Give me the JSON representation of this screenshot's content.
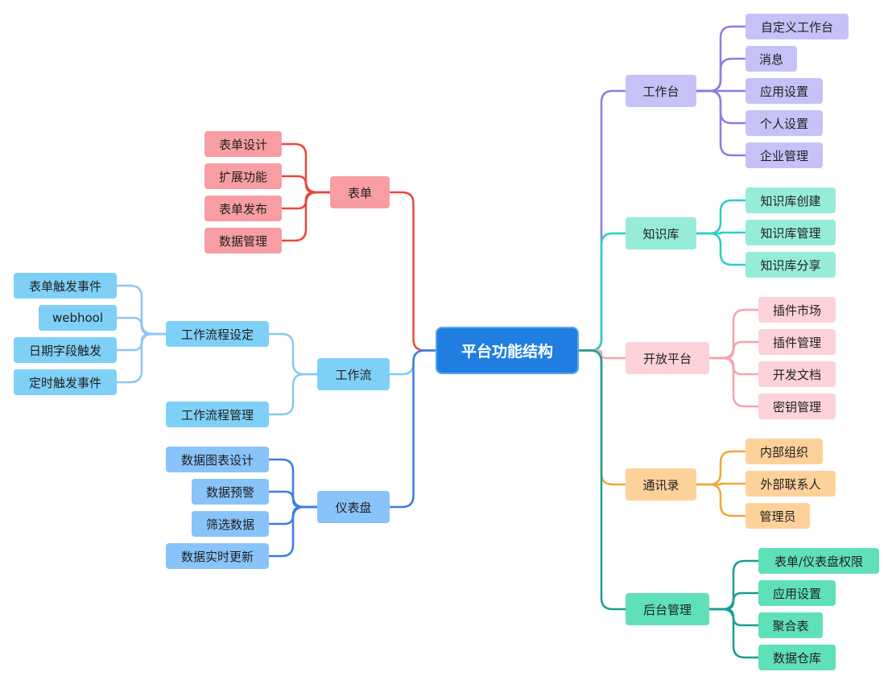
{
  "root": {
    "label": "平台功能结构",
    "color": "#1f7ee0"
  },
  "branches": [
    {
      "id": "worktable",
      "label": "工作台",
      "line": "#8f7ae6",
      "fill": "#c6c2f7",
      "children": [
        {
          "label": "自定义工作台"
        },
        {
          "label": "消息"
        },
        {
          "label": "应用设置"
        },
        {
          "label": "个人设置"
        },
        {
          "label": "企业管理"
        }
      ]
    },
    {
      "id": "knowledge",
      "label": "知识库",
      "line": "#2dcdc6",
      "fill": "#96ecd9",
      "children": [
        {
          "label": "知识库创建"
        },
        {
          "label": "知识库管理"
        },
        {
          "label": "知识库分享"
        }
      ]
    },
    {
      "id": "openplatform",
      "label": "开放平台",
      "line": "#f4a3ae",
      "fill": "#fdd2d8",
      "children": [
        {
          "label": "插件市场"
        },
        {
          "label": "插件管理"
        },
        {
          "label": "开发文档"
        },
        {
          "label": "密钥管理"
        }
      ]
    },
    {
      "id": "contacts",
      "label": "通讯录",
      "line": "#f0a73a",
      "fill": "#fdd29a",
      "children": [
        {
          "label": "内部组织"
        },
        {
          "label": "外部联系人"
        },
        {
          "label": "管理员"
        }
      ]
    },
    {
      "id": "admin",
      "label": "后台管理",
      "line": "#1a9e93",
      "fill": "#5fe0b8",
      "children": [
        {
          "label": "表单/仪表盘权限"
        },
        {
          "label": "应用设置"
        },
        {
          "label": "聚合表"
        },
        {
          "label": "数据仓库"
        }
      ]
    },
    {
      "id": "form",
      "label": "表单",
      "line": "#e8483c",
      "fill": "#f89ea3",
      "children": [
        {
          "label": "表单设计"
        },
        {
          "label": "扩展功能"
        },
        {
          "label": "表单发布"
        },
        {
          "label": "数据管理"
        }
      ]
    },
    {
      "id": "workflow",
      "label": "工作流",
      "line": "#86c9f4",
      "fill": "#7fd0f6",
      "children": [
        {
          "label": "工作流程设定",
          "line": "#8cc6f3",
          "children": [
            {
              "label": "表单触发事件"
            },
            {
              "label": "webhool"
            },
            {
              "label": "日期字段触发"
            },
            {
              "label": "定时触发事件"
            }
          ]
        },
        {
          "label": "工作流程管理"
        }
      ]
    },
    {
      "id": "dashboard",
      "label": "仪表盘",
      "line": "#3b7ede",
      "fill": "#88c4fa",
      "children": [
        {
          "label": "数据图表设计"
        },
        {
          "label": "数据预警"
        },
        {
          "label": "筛选数据"
        },
        {
          "label": "数据实时更新"
        }
      ]
    }
  ]
}
